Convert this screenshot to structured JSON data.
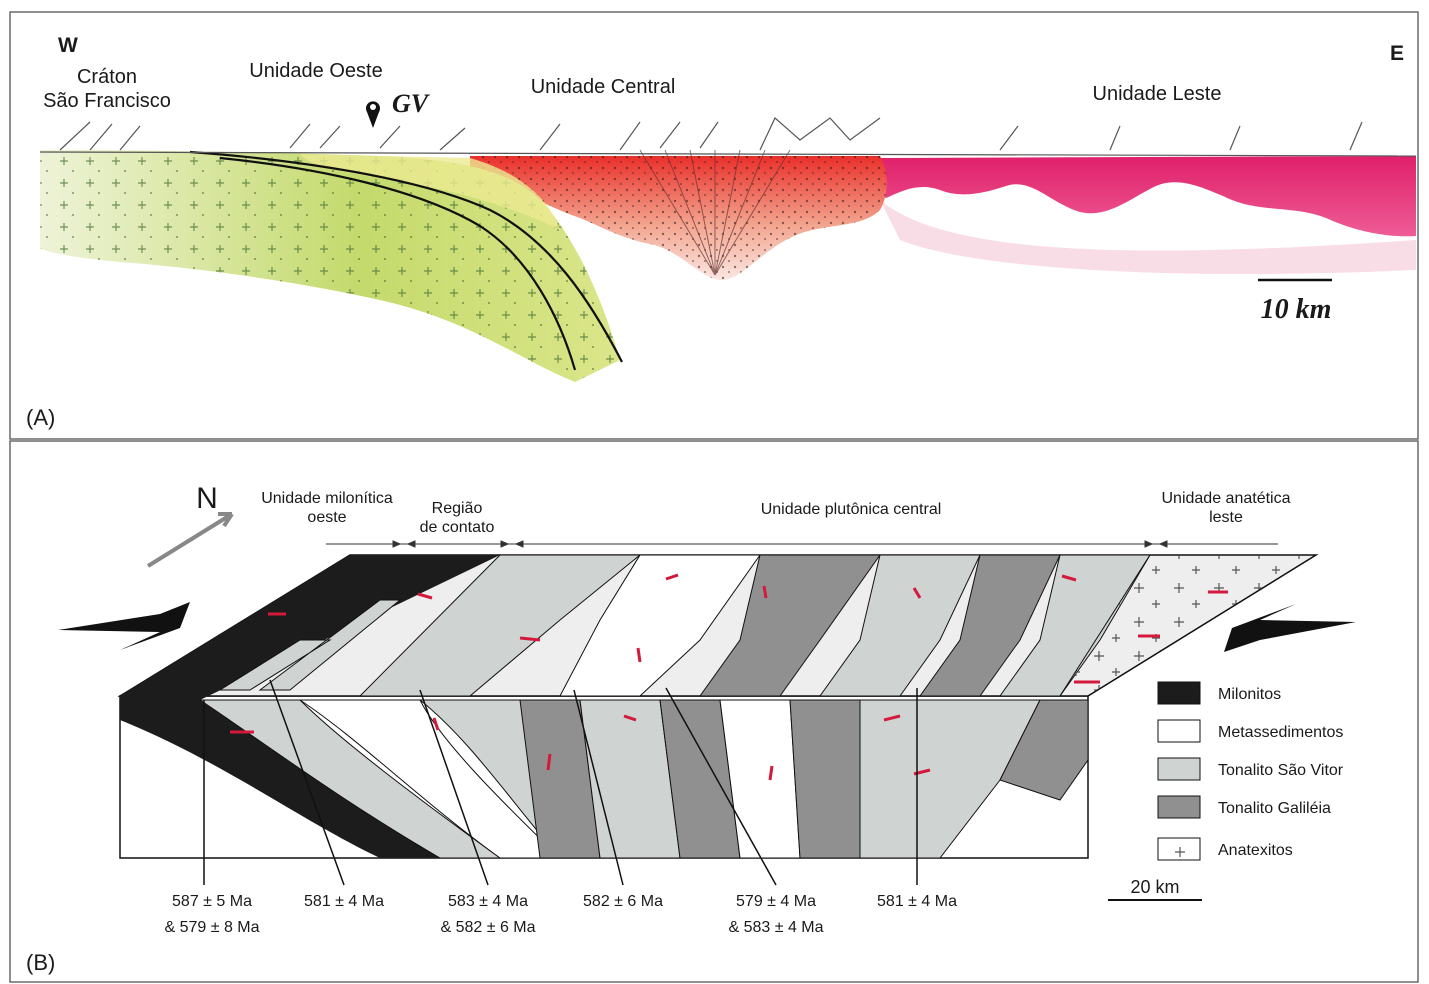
{
  "panel_a": {
    "panel_label": "(A)",
    "west": "W",
    "east": "E",
    "craton_line1": "Cráton",
    "craton_line2": "São Francisco",
    "unit_west": "Unidade Oeste",
    "gv": "GV",
    "unit_central": "Unidade Central",
    "unit_east": "Unidade Leste",
    "scale": "10 km",
    "colors": {
      "west": "#c8dc78",
      "central": "#e8342c",
      "east": "#e0206a"
    }
  },
  "panel_b": {
    "panel_label": "(B)",
    "north": "N",
    "header_milonitica_1": "Unidade milonítica",
    "header_milonitica_2": "oeste",
    "header_contato_1": "Região",
    "header_contato_2": "de contato",
    "header_plutonica": "Unidade plutônica central",
    "header_anatetica_1": "Unidade anatética",
    "header_anatetica_2": "leste",
    "ages": [
      {
        "line1": "587 ± 5 Ma",
        "line2": "& 579 ± 8 Ma"
      },
      {
        "line1": "581 ± 4 Ma",
        "line2": ""
      },
      {
        "line1": "583 ± 4 Ma",
        "line2": "& 582 ± 6 Ma"
      },
      {
        "line1": "582 ± 6 Ma",
        "line2": ""
      },
      {
        "line1": "579 ± 4 Ma",
        "line2": "& 583 ± 4 Ma"
      },
      {
        "line1": "581 ± 4 Ma",
        "line2": ""
      }
    ],
    "legend": [
      {
        "label": "Milonitos",
        "color": "#1c1c1c"
      },
      {
        "label": "Metassedimentos",
        "color": "#ffffff"
      },
      {
        "label": "Tonalito São Vitor",
        "color": "#cfd3d1"
      },
      {
        "label": "Tonalito Galiléia",
        "color": "#909090"
      },
      {
        "label": "Anatexitos",
        "color": "#ffffff"
      }
    ],
    "scale": "20 km"
  }
}
